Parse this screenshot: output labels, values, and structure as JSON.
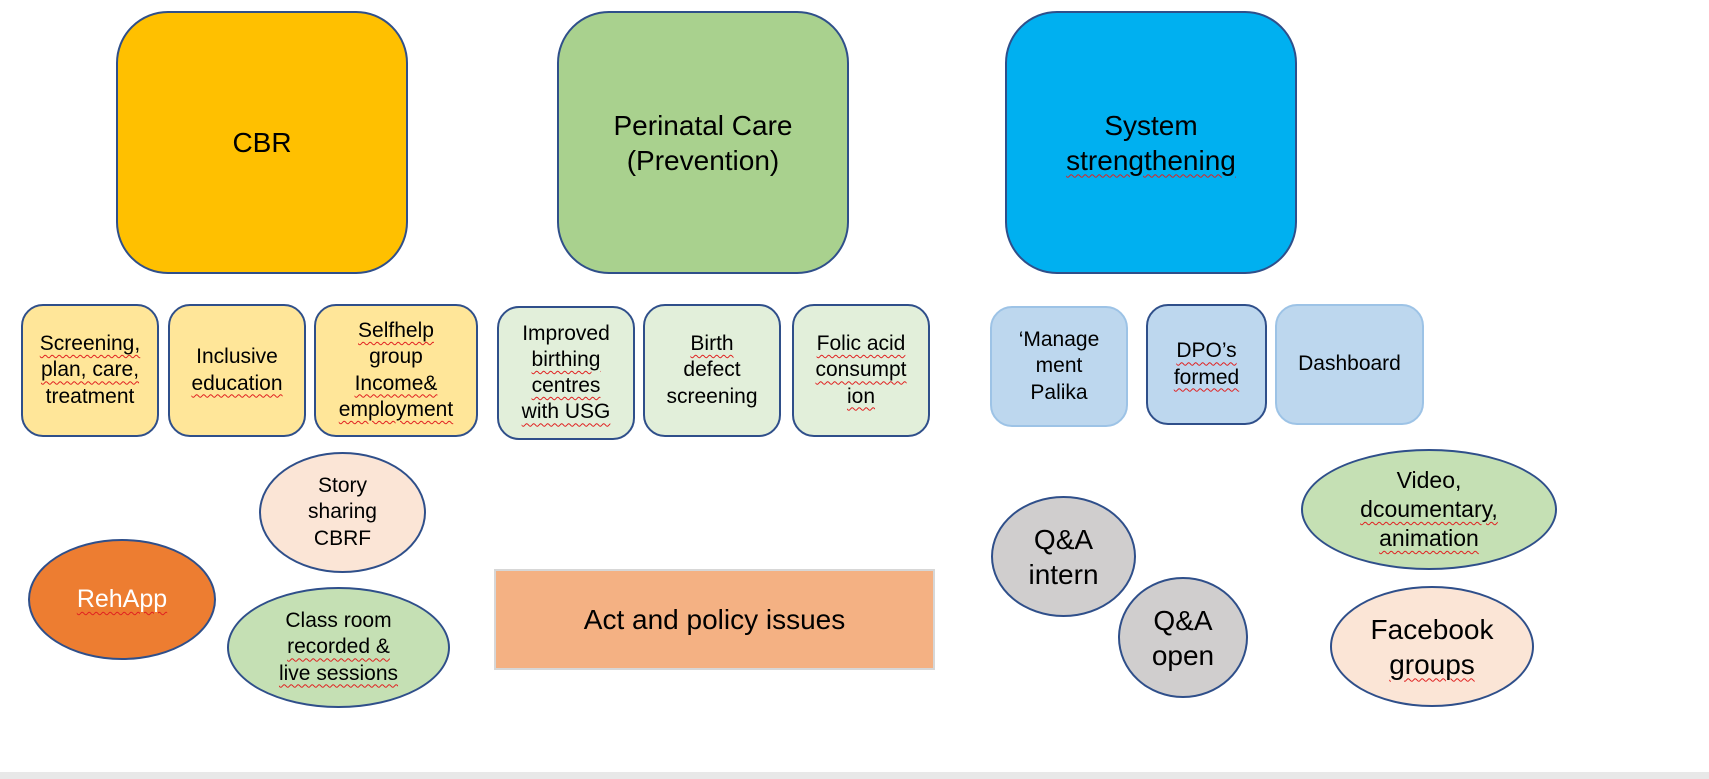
{
  "pillars": {
    "cbr": {
      "label": "CBR",
      "color": "#FFC000"
    },
    "perinatal": {
      "line1": "Perinatal Care",
      "line2": "(Prevention)",
      "color": "#A9D18E"
    },
    "system": {
      "line1": "System",
      "line2": "strengthening",
      "color": "#00B0F0"
    }
  },
  "cbr_items": {
    "screening": {
      "line1": "Screening,",
      "line2": "plan, care,",
      "line3": "treatment"
    },
    "inclusive": {
      "line1": "Inclusive",
      "line2": "education"
    },
    "selfhelp": {
      "line1": "Selfhelp",
      "line2": "group",
      "line3": "Income&",
      "line4": "employment"
    },
    "color": "#FFE699"
  },
  "perinatal_items": {
    "birthing": {
      "line1": "Improved",
      "line2": "birthing",
      "line3": "centres",
      "line4": "with USG"
    },
    "birth_defect": {
      "line1": "Birth",
      "line2": "defect",
      "line3": "screening"
    },
    "folic": {
      "line1": "Folic acid",
      "line2": "consumpt",
      "line3": "ion"
    },
    "color": "#E2EFDA"
  },
  "system_items": {
    "management": {
      "line1": "‘Manage",
      "line2": "ment",
      "line3": "Palika"
    },
    "dpo": {
      "line1": "DPO’s",
      "line2": "formed"
    },
    "dashboard": {
      "label": "Dashboard"
    },
    "color": "#BDD7EE"
  },
  "channels": {
    "story": {
      "line1": "Story",
      "line2": "sharing",
      "line3": "CBRF"
    },
    "rehapp": {
      "label": "RehApp"
    },
    "classroom": {
      "line1": "Class room",
      "line2": "recorded &",
      "line3": "live sessions"
    },
    "act_policy": {
      "label": "Act and policy issues"
    },
    "qa_intern": {
      "line1": "Q&A",
      "line2": "intern"
    },
    "qa_open": {
      "line1": "Q&A",
      "line2": "open"
    },
    "video": {
      "line1": "Video,",
      "line2": "dcoumentary,",
      "line3": "animation"
    },
    "facebook": {
      "line1": "Facebook",
      "line2": "groups"
    }
  }
}
